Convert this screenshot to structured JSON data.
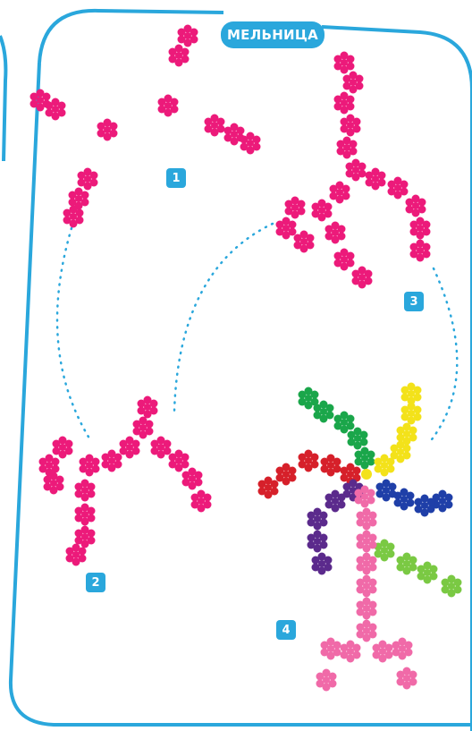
{
  "title": "МЕЛЬНИЦА",
  "steps": {
    "step1": "1",
    "step2": "2",
    "step3": "3",
    "step4": "4"
  },
  "colors": {
    "frame": "#2aa7dc",
    "magenta": "#ec1a7a",
    "pink": "#f06aa8",
    "green": "#1aa64a",
    "lime": "#7ac943",
    "yellow": "#f3e21a",
    "red": "#d6202a",
    "blue": "#1f3fa8",
    "purple": "#5b2a8c"
  },
  "icons": [
    "flower-piece-icon"
  ]
}
